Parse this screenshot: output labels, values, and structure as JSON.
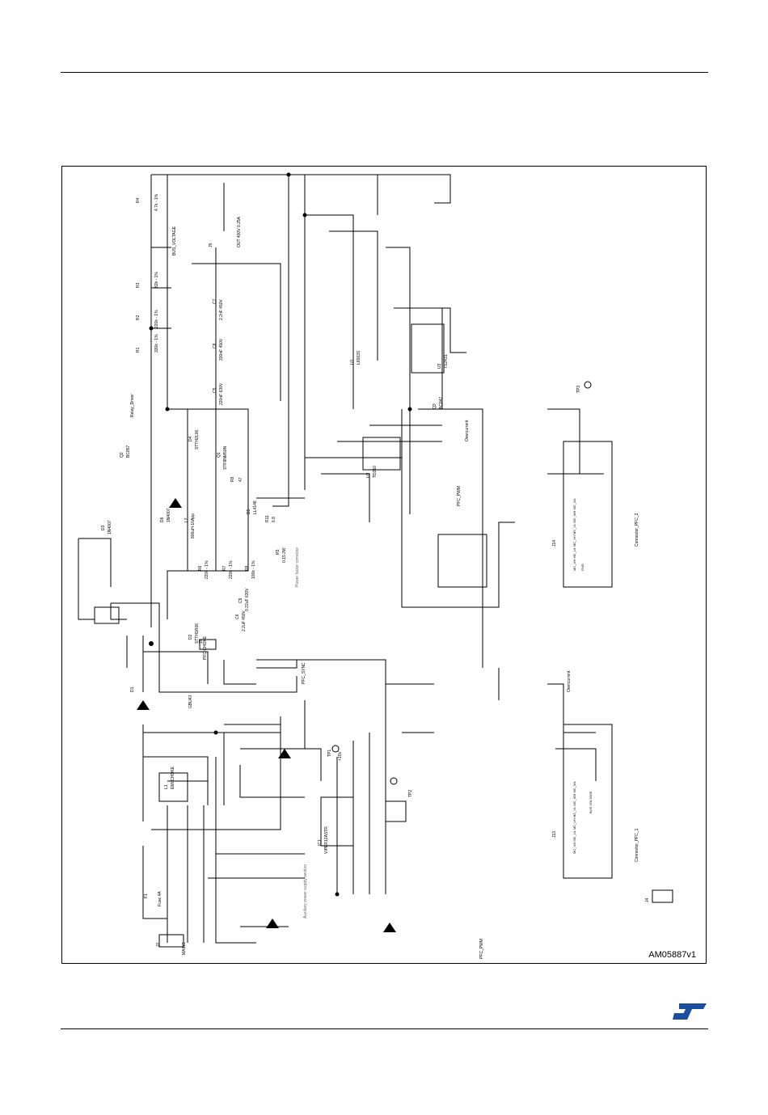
{
  "figure": {
    "ref_id": "AM05887v1"
  },
  "logo": {
    "text": "ST",
    "color": "#1a4fa0"
  },
  "labels": {
    "r4": "R4",
    "r4v": "4.7k - 1%",
    "r3": "R3",
    "r3v": "82k - 1%",
    "r2": "R2",
    "r2v": "220k - 1%",
    "r1": "R1",
    "r1v": "330k - 1%",
    "bus": "BUS_VOLTAGE",
    "c7": "C7",
    "c7v": "2.2nF 450V",
    "c8": "C8",
    "c8v": "330nF 450V",
    "c5": "C5",
    "c5v": "220nF 630V",
    "c6": "C6",
    "c6v": "2.2uF 450V",
    "c9": "C9",
    "c9v": "0.22uF 630V",
    "j5": "J5",
    "j5v": "OUT 400V 0.25A",
    "j3": "J3",
    "j3v": "PFC CHOKE",
    "j2": "J2",
    "j2v": "MAINS",
    "l2": "L2",
    "l2v": "800uH-10App",
    "l1": "L1",
    "l1v": "EMI CHOKE",
    "d4": "D4",
    "d4v": "STTH2L06",
    "d5": "D5",
    "d5v": "LL4148",
    "d6": "D6",
    "d6v": "1N4007",
    "d1": "D1",
    "d1v": "GBU4J",
    "d2": "D2",
    "d2v": "STTH1R06",
    "d3": "D3",
    "d3v": "1N4007",
    "q1": "Q1",
    "q1v": "STF8NM50N",
    "u1": "U1",
    "u1v": "L6563S",
    "u2": "U2",
    "u2v": "TD310",
    "u3": "U3",
    "u3v": "TS2431",
    "q3": "Q3",
    "q3v": "BC847",
    "q2": "Q2",
    "q2v": "BC857",
    "ic1": "IC1",
    "ic1v": "VIPER12ASTR",
    "f1": "F1",
    "f1v": "Fuse 4A",
    "r6": "R6",
    "r6v": "220k - 1%",
    "r7": "R7",
    "r7v": "220k - 1%",
    "r8": "R8",
    "r8v": "100k - 1%",
    "r11": "R11",
    "r11v": "6.8",
    "r9": "R9",
    "r9v": "47",
    "r5": "R5",
    "r5v": "0.15 2W",
    "j14": "J14",
    "j14v": "Connector_PFC_2",
    "j13": "J13",
    "j13v": "Connector_PFC_1",
    "j4": "J4",
    "pfc_pwm": "PFC_PWM",
    "pfc_sync": "PFC_SYNC",
    "relay": "Relay_Driver",
    "overcurrent": "Overcurrent",
    "vcc": "+15V",
    "tp1": "TP1",
    "tp2": "TP2",
    "tp3": "TP3",
    "aux": "AUXILIARY POWER SUPPLY",
    "note1": "Auxiliary power supply section",
    "note2": "Power factor corrector",
    "pins1": "PFC_SYNC PFC_PWM",
    "gnd": "GND",
    "mc": "MC_UH MC_UL MC_VH MC_VL MC_WH MC_WL",
    "vdc": "BUS VOLTAGE"
  }
}
